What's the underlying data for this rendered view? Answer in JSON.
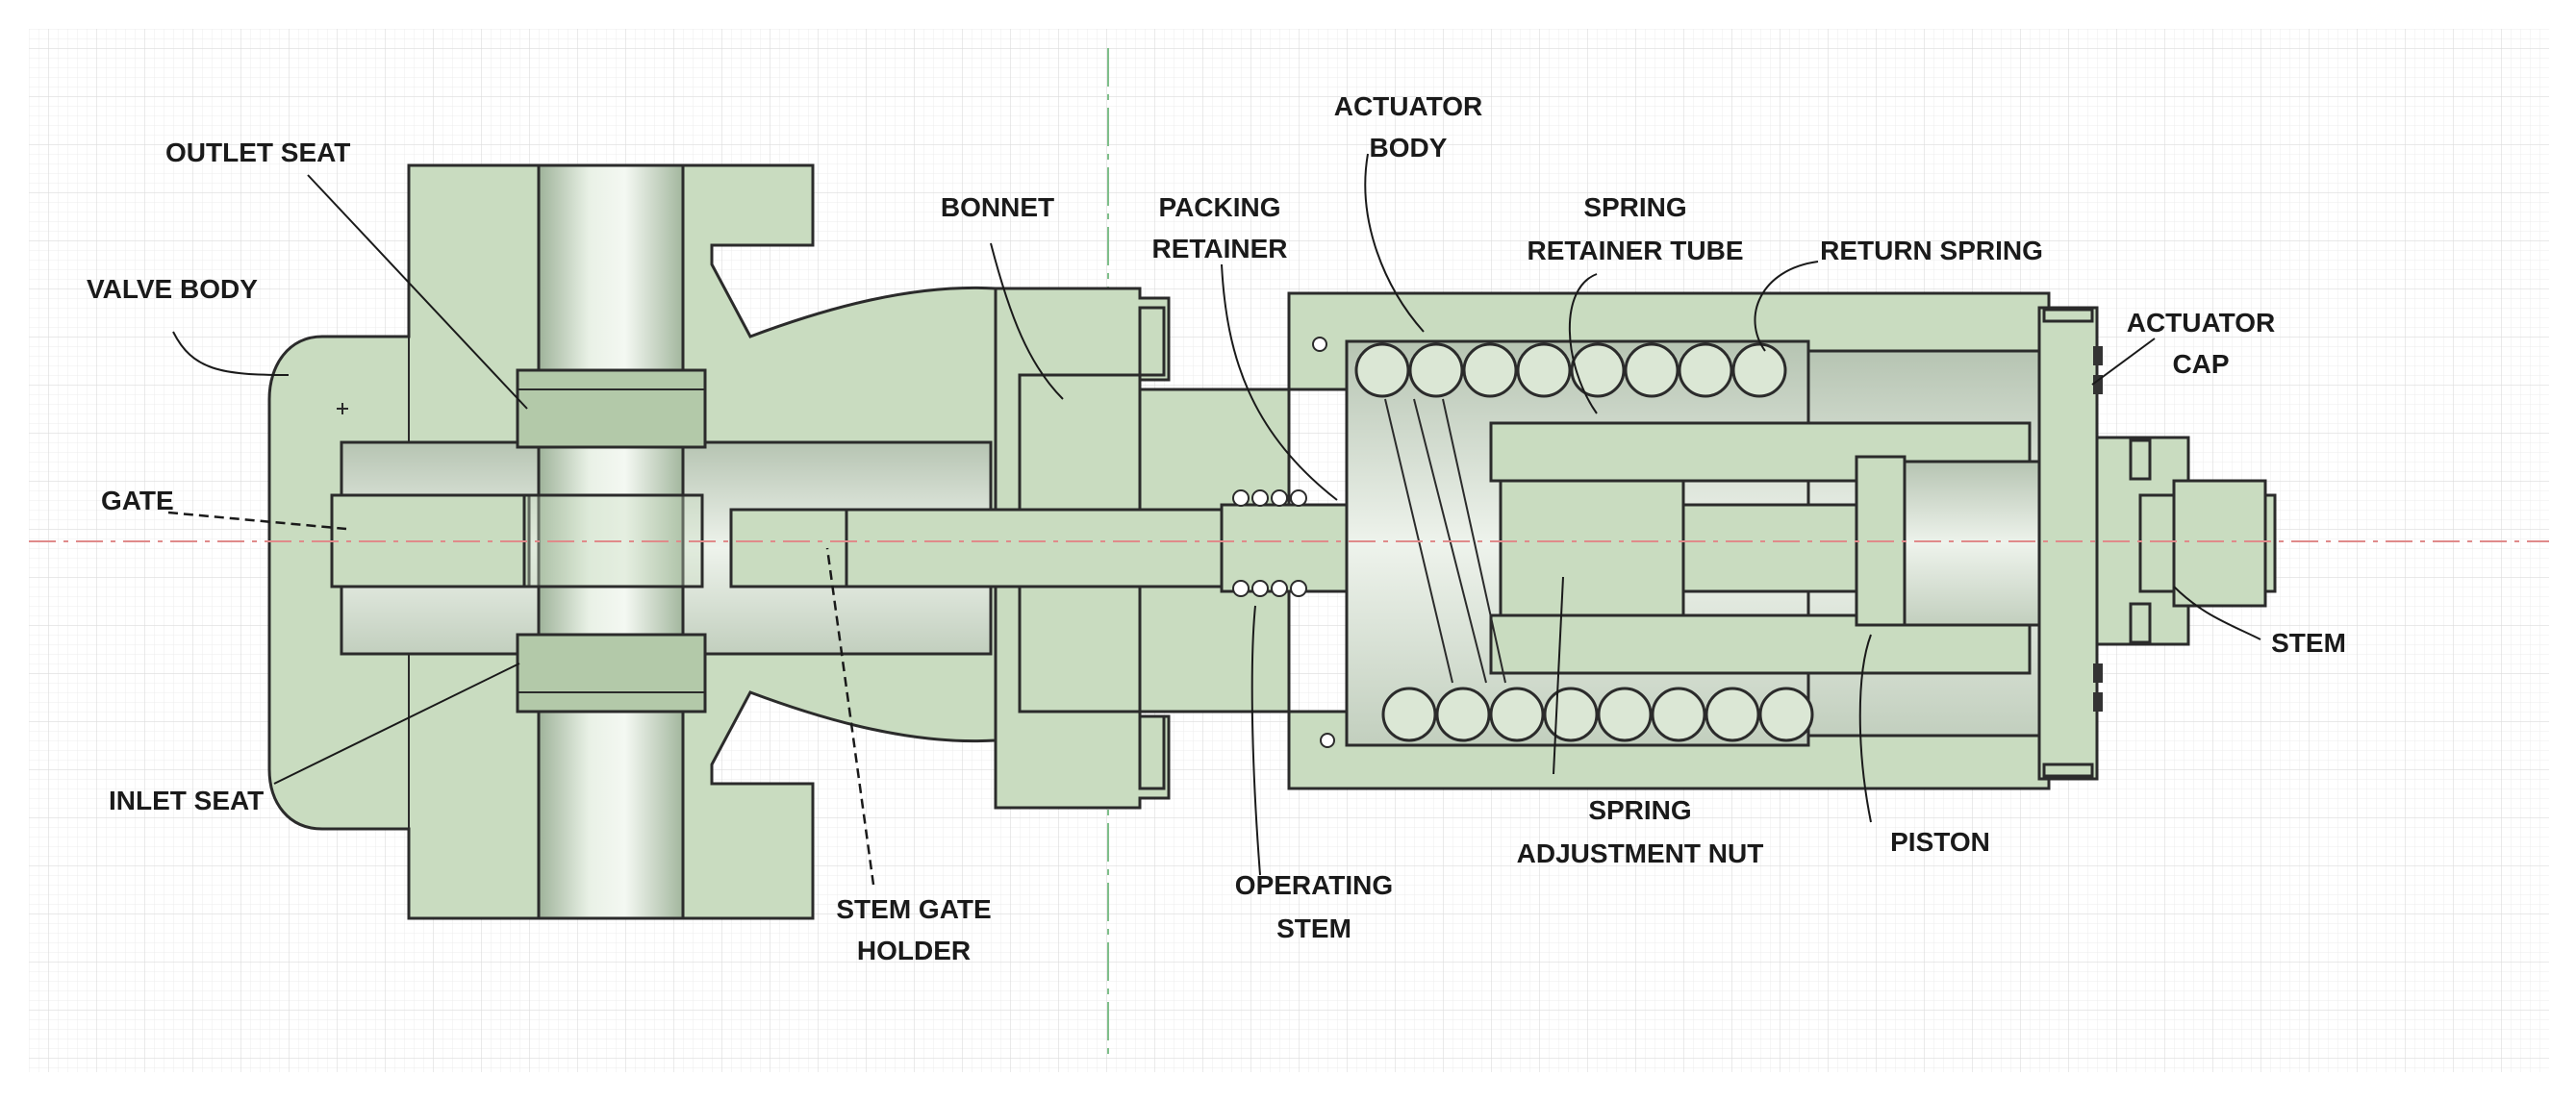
{
  "labels": {
    "outlet_seat": "OUTLET SEAT",
    "valve_body": "VALVE BODY",
    "gate": "GATE",
    "inlet_seat": "INLET SEAT",
    "stem_gate_holder_line1": "STEM GATE",
    "stem_gate_holder_line2": "HOLDER",
    "bonnet": "BONNET",
    "packing_retainer_line1": "PACKING",
    "packing_retainer_line2": "RETAINER",
    "operating_stem_line1": "OPERATING",
    "operating_stem_line2": "STEM",
    "actuator_body_line1": "ACTUATOR",
    "actuator_body_line2": "BODY",
    "spring_retainer_tube_line1": "SPRING",
    "spring_retainer_tube_line2": "RETAINER TUBE",
    "return_spring": "RETURN SPRING",
    "actuator_cap_line1": "ACTUATOR",
    "actuator_cap_line2": "CAP",
    "stem": "STEM",
    "spring_adjustment_nut_line1": "SPRING",
    "spring_adjustment_nut_line2": "ADJUSTMENT NUT",
    "piston": "PISTON"
  },
  "colors": {
    "part_fill": "#c9dcc0",
    "outline": "#2b2b2b",
    "grid": "#e4e4e4",
    "centerline": "#e08a8a",
    "section_line": "#7fbf8a"
  }
}
